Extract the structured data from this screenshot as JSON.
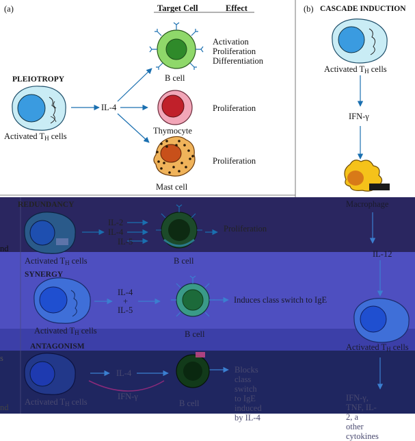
{
  "panel_a": {
    "label": "(a)",
    "header_target": "Target Cell",
    "header_effect": "Effect",
    "pleiotropy": {
      "title": "PLEIOTROPY",
      "source_prefix": "Activated T",
      "source_sub": "H",
      "source_suffix": " cells",
      "cytokine": "IL-4",
      "targets": [
        {
          "cell": "B cell",
          "effect": "Activation\nProliferation\nDifferentiation"
        },
        {
          "cell": "Thymocyte",
          "effect": "Proliferation"
        },
        {
          "cell": "Mast cell",
          "effect": "Proliferation"
        }
      ]
    },
    "redundancy": {
      "title": "REDUNDANCY",
      "source_prefix": "Activated T",
      "source_sub": "H",
      "source_suffix": " cells",
      "cytokines": [
        "IL-2",
        "IL-4",
        "IL-5"
      ],
      "cell": "B cell",
      "effect": "Proliferation"
    },
    "synergy": {
      "title": "SYNERGY",
      "source_prefix": "Activated T",
      "source_sub": "H",
      "source_suffix": " cells",
      "cytokine_a": "IL-4",
      "plus": "+",
      "cytokine_b": "IL-5",
      "cell": "B cell",
      "effect": "Induces class switch to IgE"
    },
    "antagonism": {
      "title": "ANTAGONISM",
      "source_prefix": "Activated T",
      "source_sub": "H",
      "source_suffix": " cells",
      "cytokine_a": "IL-4",
      "cytokine_b": "IFN-γ",
      "cell": "B cell",
      "effect": "Blocks class switch to IgE\ninduced by IL-4"
    }
  },
  "panel_b": {
    "label": "(b)",
    "title": "CASCADE INDUCTION",
    "source_prefix": "Activated T",
    "source_sub": "H",
    "source_suffix": " cells",
    "cytokine_1": "IFN-γ",
    "macrophage": "Macrophage",
    "cytokine_2": "IL-12",
    "target_prefix": "Activated T",
    "target_sub": "H",
    "target_suffix": " cells",
    "output": "IFN-γ, TNF, IL-2, a\nother cytokines"
  },
  "edge_fragments": [
    "nd",
    "s"
  ],
  "colors": {
    "arrow": "#1a6fb0",
    "band_dark": "#2a2660",
    "band_mid": "#4e4fc0",
    "band_bottom": "#1f2660",
    "th_cell_body": "#c9ecf5",
    "th_nucleus": "#3a9be0",
    "b_cell": "#8fd86a",
    "thymocyte": "#f2a6b8",
    "mast_cell": "#f0b35a",
    "macrophage": "#f5c21a"
  }
}
